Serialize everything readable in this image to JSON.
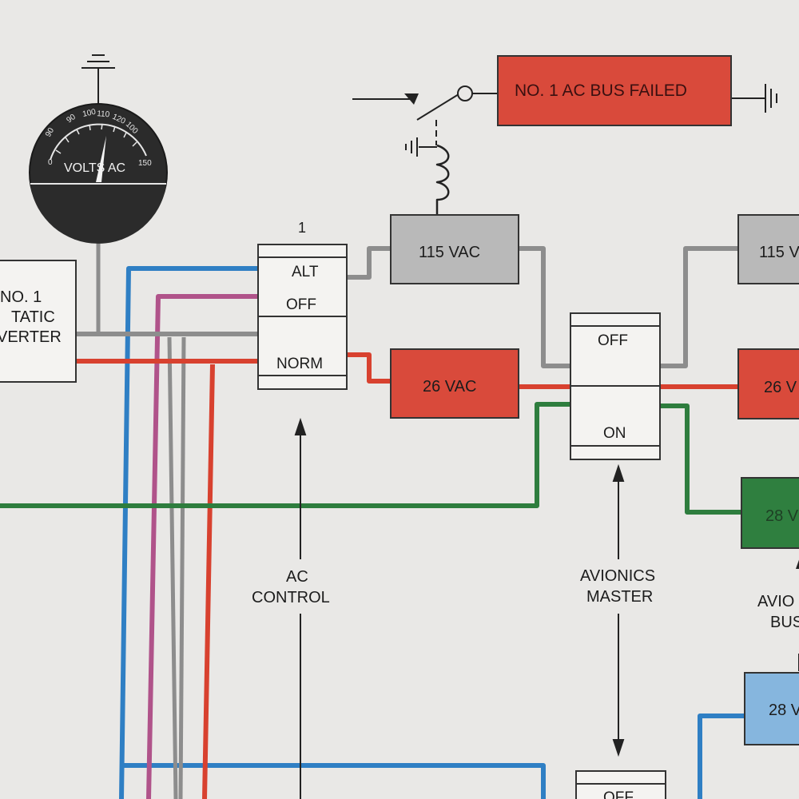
{
  "colors": {
    "background": "#e9e8e6",
    "wire_gray": "#8d8d8d",
    "wire_blue": "#2f7fc4",
    "wire_magenta": "#b0538a",
    "wire_red": "#d8412f",
    "wire_green": "#2e7d3e",
    "box_red": "#d94a3b",
    "box_gray": "#b9b9b9",
    "box_green": "#2f7f3f",
    "box_blue": "#86b6de",
    "gauge_face": "#2b2b2b"
  },
  "gauge": {
    "label": "VOLTS AC",
    "ticks": [
      "0",
      "90",
      "90",
      "100",
      "110",
      "120",
      "100",
      "150"
    ]
  },
  "inverter": {
    "line1": "NO. 1",
    "line2": "TATIC",
    "line3": "VERTER"
  },
  "ac_control_switch": {
    "number": "1",
    "alt": "ALT",
    "off": "OFF",
    "norm": "NORM",
    "caption_line1": "AC",
    "caption_line2": "CONTROL"
  },
  "bus_boxes": {
    "vac115_left": "115 VAC",
    "vac26_left": "26 VAC",
    "ac_bus_failed": "NO. 1 AC BUS FAILED",
    "vac115_right": "115 V",
    "vac26_right": "26 V",
    "v28_green": "28 V",
    "v28_blue": "28 V"
  },
  "avionics_switch": {
    "off": "OFF",
    "on": "ON",
    "caption_line1": "AVIONICS",
    "caption_line2": "MASTER",
    "bottom_off": "OFF"
  },
  "right_caption": {
    "line1": "AVIO",
    "line2": "BUS"
  }
}
